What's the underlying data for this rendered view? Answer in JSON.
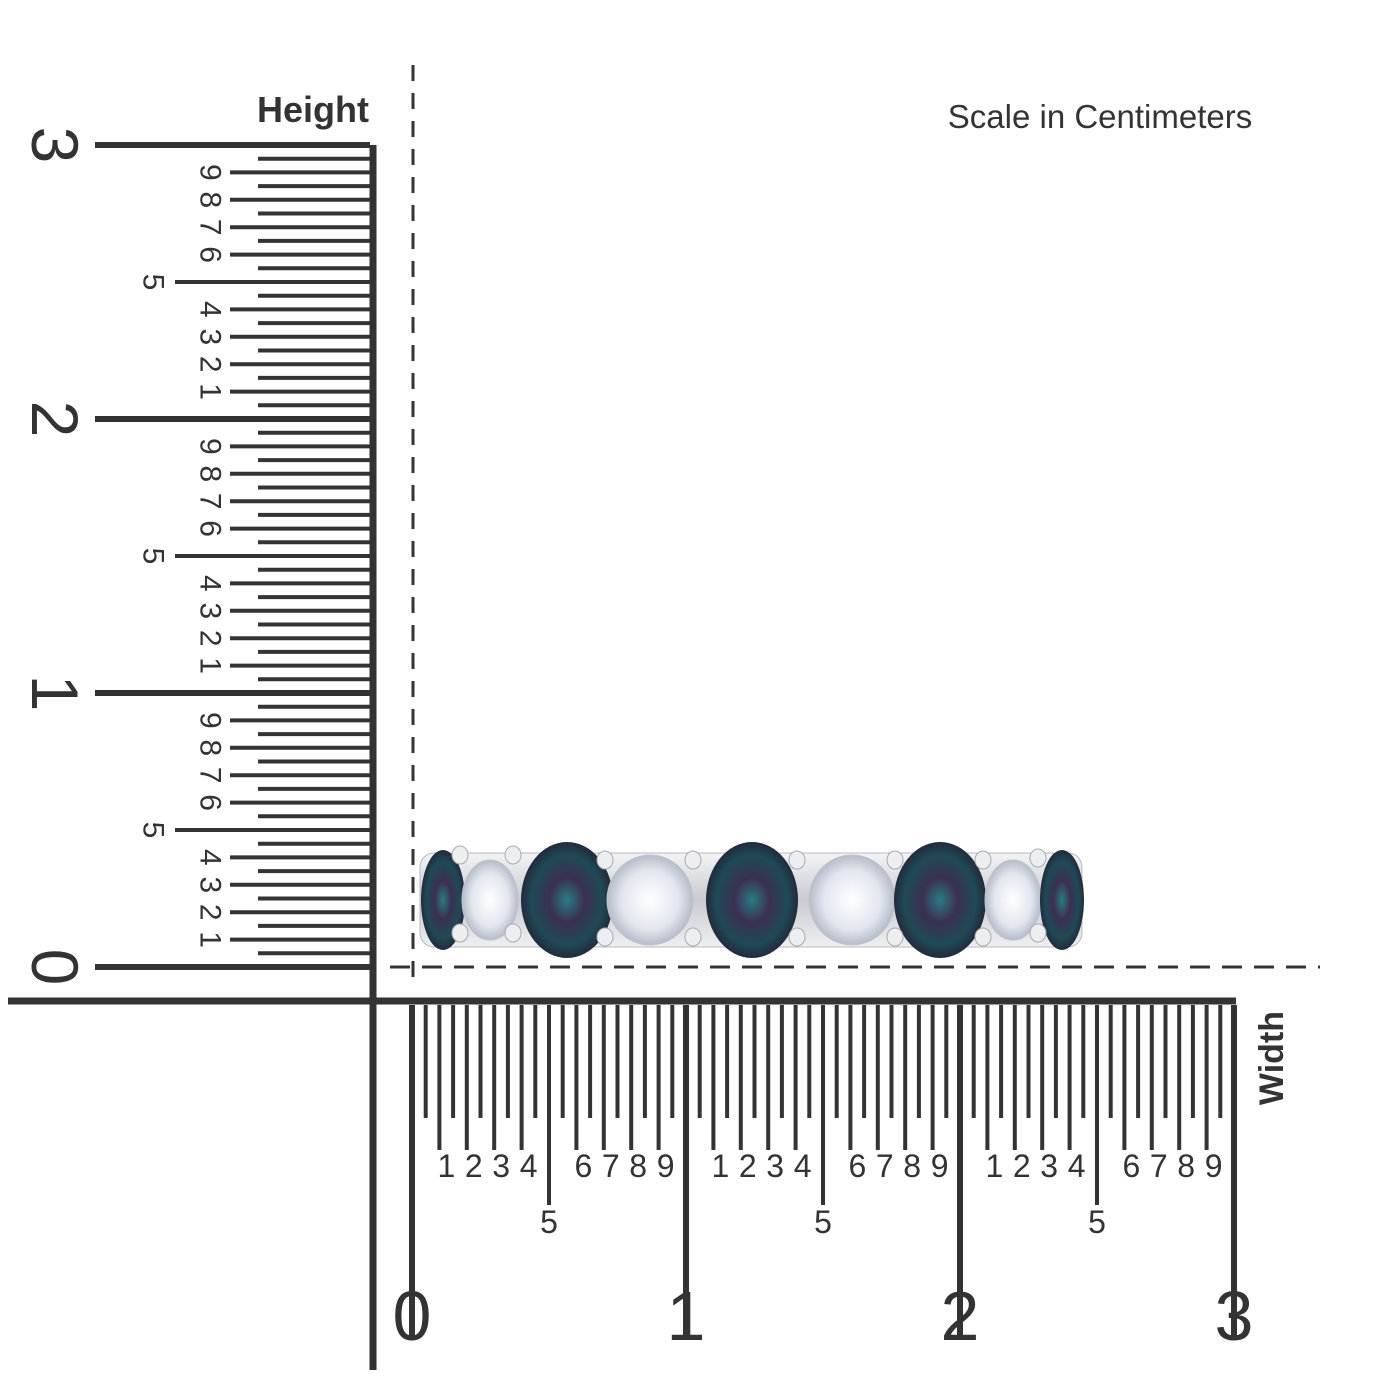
{
  "title": "Scale in Centimeters",
  "height_label": "Height",
  "width_label": "Width",
  "units": "cm",
  "scale_max_cm": 3,
  "cm_labels": [
    "0",
    "1",
    "2",
    "3"
  ],
  "mm_labels": [
    "1",
    "2",
    "3",
    "4",
    "5",
    "6",
    "7",
    "8",
    "9"
  ],
  "colors": {
    "ruler": "#333333",
    "dash": "#333333",
    "gem": "#2c2a44",
    "gem_teal": "#1f7a78",
    "diamond": "#e8ecf2",
    "metal": "#d9dadd"
  },
  "ring": {
    "stones": [
      "alexandrite",
      "diamond",
      "alexandrite",
      "diamond",
      "alexandrite",
      "diamond",
      "alexandrite",
      "diamond",
      "alexandrite"
    ]
  }
}
